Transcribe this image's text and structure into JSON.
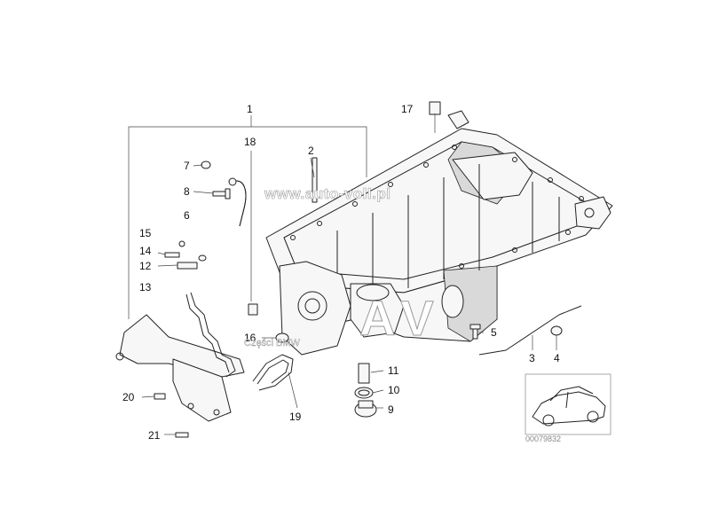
{
  "watermark": {
    "url": "www.auto-voll.pl",
    "brand": "Części BMW",
    "logo_letters": "AV"
  },
  "labels": {
    "l1": "1",
    "l2": "2",
    "l3": "3",
    "l4": "4",
    "l5": "5",
    "l6": "6",
    "l7": "7",
    "l8": "8",
    "l9": "9",
    "l10": "10",
    "l11": "11",
    "l12": "12",
    "l13": "13",
    "l14": "14",
    "l15": "15",
    "l16": "16",
    "l17": "17",
    "l18": "18",
    "l19": "19",
    "l20": "20",
    "l21": "21"
  },
  "thumbnail": {
    "code": "00079832",
    "icon": "car-icon"
  }
}
